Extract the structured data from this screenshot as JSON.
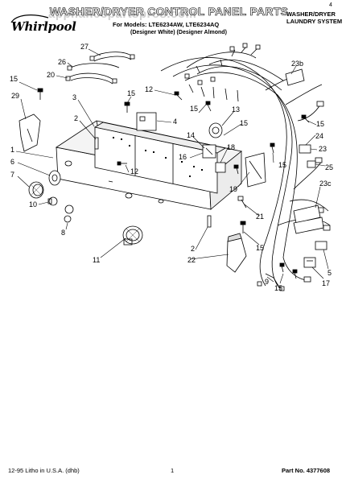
{
  "header": {
    "title": "WASHER/DRYER CONTROL PANEL PARTS",
    "model_line": "For Models: LTE6234AW, LTE6234AQ",
    "model_colors": "(Designer White)   (Designer Almond)",
    "category_line1": "WASHER/DRYER",
    "category_line2": "LAUNDRY SYSTEM",
    "watermark": "appliancepartspros.com",
    "brand": "Whirlpool"
  },
  "callouts": [
    {
      "id": "c27",
      "text": "27"
    },
    {
      "id": "c26",
      "text": "26"
    },
    {
      "id": "c20",
      "text": "20"
    },
    {
      "id": "c15a",
      "text": "15"
    },
    {
      "id": "c29",
      "text": "29"
    },
    {
      "id": "c3",
      "text": "3"
    },
    {
      "id": "c2a",
      "text": "2"
    },
    {
      "id": "c1",
      "text": "1"
    },
    {
      "id": "c6",
      "text": "6"
    },
    {
      "id": "c7",
      "text": "7"
    },
    {
      "id": "c10",
      "text": "10"
    },
    {
      "id": "c8",
      "text": "8"
    },
    {
      "id": "c11",
      "text": "11"
    },
    {
      "id": "c12a",
      "text": "12"
    },
    {
      "id": "c15b",
      "text": "15"
    },
    {
      "id": "c15c",
      "text": "15"
    },
    {
      "id": "c4",
      "text": "4"
    },
    {
      "id": "c13",
      "text": "13"
    },
    {
      "id": "c15d",
      "text": "15"
    },
    {
      "id": "c14",
      "text": "14"
    },
    {
      "id": "c12b",
      "text": "12"
    },
    {
      "id": "c16",
      "text": "16"
    },
    {
      "id": "c18",
      "text": "18"
    },
    {
      "id": "c19",
      "text": "19"
    },
    {
      "id": "c21",
      "text": "21"
    },
    {
      "id": "c2b",
      "text": "2"
    },
    {
      "id": "c22",
      "text": "22"
    },
    {
      "id": "c15e",
      "text": "15"
    },
    {
      "id": "c23b",
      "text": "23b"
    },
    {
      "id": "c15f",
      "text": "15"
    },
    {
      "id": "c24",
      "text": "24"
    },
    {
      "id": "c23",
      "text": "23"
    },
    {
      "id": "c25",
      "text": "25"
    },
    {
      "id": "c15g",
      "text": "15"
    },
    {
      "id": "c23c",
      "text": "23c"
    },
    {
      "id": "c9",
      "text": "9"
    },
    {
      "id": "c15h",
      "text": "15"
    },
    {
      "id": "c17",
      "text": "17"
    },
    {
      "id": "c5",
      "text": "5"
    }
  ],
  "footer": {
    "litho": "12-95 Litho in U.S.A. (dhb)",
    "page": "1",
    "part_no": "Part No. 4377608"
  },
  "corner_mark": "4"
}
